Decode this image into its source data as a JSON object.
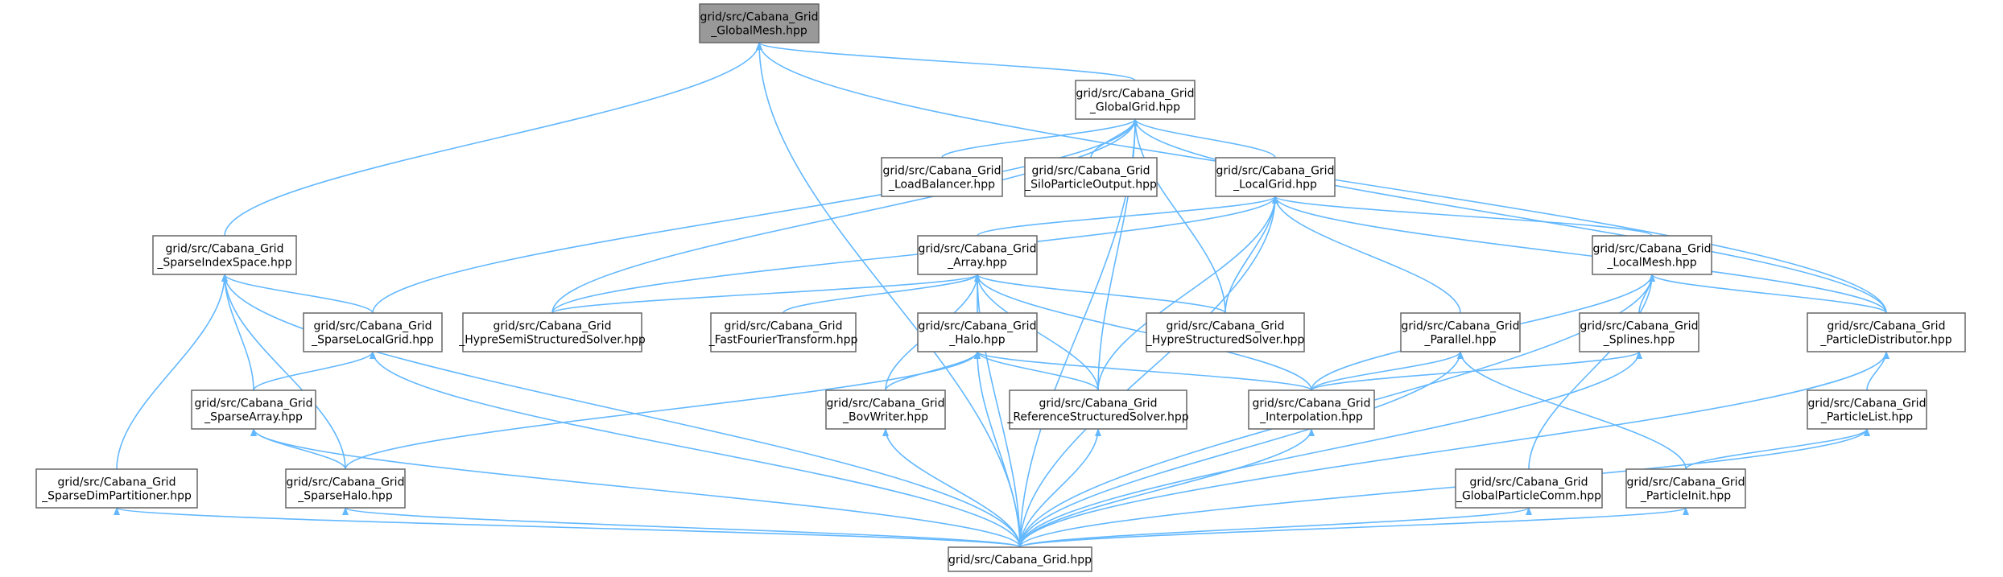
{
  "graph": {
    "nodes": {
      "globalmesh": {
        "lines": [
          "grid/src/Cabana_Grid",
          "_GlobalMesh.hpp"
        ],
        "highlight": true
      },
      "globalgrid": {
        "lines": [
          "grid/src/Cabana_Grid",
          "_GlobalGrid.hpp"
        ]
      },
      "loadbalancer": {
        "lines": [
          "grid/src/Cabana_Grid",
          "_LoadBalancer.hpp"
        ]
      },
      "siloparticleoutput": {
        "lines": [
          "grid/src/Cabana_Grid",
          "_SiloParticleOutput.hpp"
        ]
      },
      "localgrid": {
        "lines": [
          "grid/src/Cabana_Grid",
          "_LocalGrid.hpp"
        ]
      },
      "sparseindexspace": {
        "lines": [
          "grid/src/Cabana_Grid",
          "_SparseIndexSpace.hpp"
        ]
      },
      "array": {
        "lines": [
          "grid/src/Cabana_Grid",
          "_Array.hpp"
        ]
      },
      "localmesh": {
        "lines": [
          "grid/src/Cabana_Grid",
          "_LocalMesh.hpp"
        ]
      },
      "sparselocalgrid": {
        "lines": [
          "grid/src/Cabana_Grid",
          "_SparseLocalGrid.hpp"
        ]
      },
      "hypresemistructuredsolver": {
        "lines": [
          "grid/src/Cabana_Grid",
          "_HypreSemiStructuredSolver.hpp"
        ]
      },
      "fastfouriertransform": {
        "lines": [
          "grid/src/Cabana_Grid",
          "_FastFourierTransform.hpp"
        ]
      },
      "halo": {
        "lines": [
          "grid/src/Cabana_Grid",
          "_Halo.hpp"
        ]
      },
      "hyprestructuredsolver": {
        "lines": [
          "grid/src/Cabana_Grid",
          "_HypreStructuredSolver.hpp"
        ]
      },
      "parallel": {
        "lines": [
          "grid/src/Cabana_Grid",
          "_Parallel.hpp"
        ]
      },
      "splines": {
        "lines": [
          "grid/src/Cabana_Grid",
          "_Splines.hpp"
        ]
      },
      "particledistributor": {
        "lines": [
          "grid/src/Cabana_Grid",
          "_ParticleDistributor.hpp"
        ]
      },
      "sparsearray": {
        "lines": [
          "grid/src/Cabana_Grid",
          "_SparseArray.hpp"
        ]
      },
      "bovwriter": {
        "lines": [
          "grid/src/Cabana_Grid",
          "_BovWriter.hpp"
        ]
      },
      "referencestructuredsolver": {
        "lines": [
          "grid/src/Cabana_Grid",
          "_ReferenceStructuredSolver.hpp"
        ]
      },
      "interpolation": {
        "lines": [
          "grid/src/Cabana_Grid",
          "_Interpolation.hpp"
        ]
      },
      "particlelist": {
        "lines": [
          "grid/src/Cabana_Grid",
          "_ParticleList.hpp"
        ]
      },
      "sparsedimpartitioner": {
        "lines": [
          "grid/src/Cabana_Grid",
          "_SparseDimPartitioner.hpp"
        ]
      },
      "sparsehalo": {
        "lines": [
          "grid/src/Cabana_Grid",
          "_SparseHalo.hpp"
        ]
      },
      "globalparticlecomm": {
        "lines": [
          "grid/src/Cabana_Grid",
          "_GlobalParticleComm.hpp"
        ]
      },
      "particleinit": {
        "lines": [
          "grid/src/Cabana_Grid",
          "_ParticleInit.hpp"
        ]
      },
      "cabanagrid": {
        "lines": [
          "grid/src/Cabana_Grid.hpp"
        ]
      }
    },
    "edges": [
      [
        "globalgrid",
        "globalmesh"
      ],
      [
        "sparseindexspace",
        "globalmesh"
      ],
      [
        "particledistributor",
        "globalmesh"
      ],
      [
        "cabanagrid",
        "globalmesh"
      ],
      [
        "loadbalancer",
        "globalgrid"
      ],
      [
        "siloparticleoutput",
        "globalgrid"
      ],
      [
        "localgrid",
        "globalgrid"
      ],
      [
        "sparselocalgrid",
        "globalgrid"
      ],
      [
        "hypresemistructuredsolver",
        "globalgrid"
      ],
      [
        "hyprestructuredsolver",
        "globalgrid"
      ],
      [
        "referencestructuredsolver",
        "globalgrid"
      ],
      [
        "particledistributor",
        "globalgrid"
      ],
      [
        "cabanagrid",
        "globalgrid"
      ],
      [
        "array",
        "localgrid"
      ],
      [
        "localmesh",
        "localgrid"
      ],
      [
        "hypresemistructuredsolver",
        "localgrid"
      ],
      [
        "hyprestructuredsolver",
        "localgrid"
      ],
      [
        "parallel",
        "localgrid"
      ],
      [
        "referencestructuredsolver",
        "localgrid"
      ],
      [
        "particledistributor",
        "localgrid"
      ],
      [
        "cabanagrid",
        "localgrid"
      ],
      [
        "sparselocalgrid",
        "sparseindexspace"
      ],
      [
        "sparsearray",
        "sparseindexspace"
      ],
      [
        "sparsehalo",
        "sparseindexspace"
      ],
      [
        "sparsedimpartitioner",
        "sparseindexspace"
      ],
      [
        "cabanagrid",
        "sparseindexspace"
      ],
      [
        "hypresemistructuredsolver",
        "array"
      ],
      [
        "fastfouriertransform",
        "array"
      ],
      [
        "halo",
        "array"
      ],
      [
        "hyprestructuredsolver",
        "array"
      ],
      [
        "bovwriter",
        "array"
      ],
      [
        "referencestructuredsolver",
        "array"
      ],
      [
        "interpolation",
        "array"
      ],
      [
        "cabanagrid",
        "array"
      ],
      [
        "splines",
        "localmesh"
      ],
      [
        "interpolation",
        "localmesh"
      ],
      [
        "particledistributor",
        "localmesh"
      ],
      [
        "globalparticlecomm",
        "localmesh"
      ],
      [
        "cabanagrid",
        "localmesh"
      ],
      [
        "sparsearray",
        "sparselocalgrid"
      ],
      [
        "cabanagrid",
        "sparselocalgrid"
      ],
      [
        "bovwriter",
        "halo"
      ],
      [
        "referencestructuredsolver",
        "halo"
      ],
      [
        "interpolation",
        "halo"
      ],
      [
        "sparsehalo",
        "halo"
      ],
      [
        "cabanagrid",
        "halo"
      ],
      [
        "interpolation",
        "parallel"
      ],
      [
        "particleinit",
        "parallel"
      ],
      [
        "cabanagrid",
        "parallel"
      ],
      [
        "interpolation",
        "splines"
      ],
      [
        "cabanagrid",
        "splines"
      ],
      [
        "particlelist",
        "particledistributor"
      ],
      [
        "cabanagrid",
        "particledistributor"
      ],
      [
        "sparsehalo",
        "sparsearray"
      ],
      [
        "cabanagrid",
        "sparsearray"
      ],
      [
        "cabanagrid",
        "bovwriter"
      ],
      [
        "cabanagrid",
        "referencestructuredsolver"
      ],
      [
        "cabanagrid",
        "interpolation"
      ],
      [
        "particleinit",
        "particlelist"
      ],
      [
        "cabanagrid",
        "particlelist"
      ],
      [
        "cabanagrid",
        "sparsedimpartitioner"
      ],
      [
        "cabanagrid",
        "sparsehalo"
      ],
      [
        "cabanagrid",
        "globalparticlecomm"
      ],
      [
        "cabanagrid",
        "particleinit"
      ]
    ]
  }
}
